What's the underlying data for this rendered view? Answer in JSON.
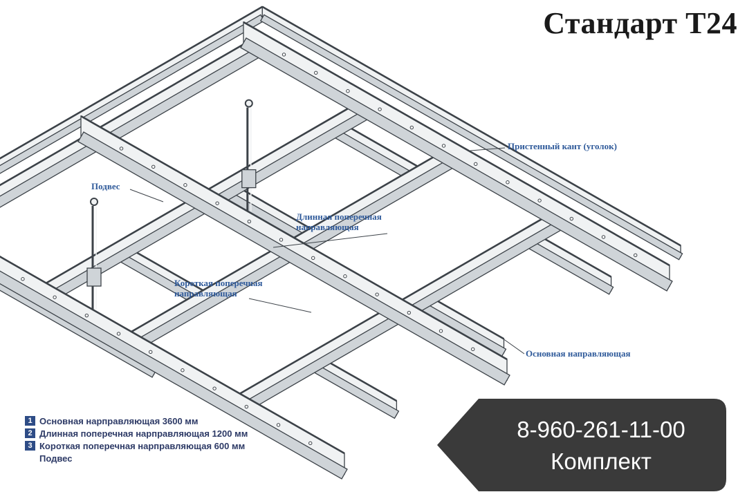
{
  "title": "Стандарт Т24",
  "callouts": {
    "wall_angle": "Пристенный кант (уголок)",
    "hanger": "Подвес",
    "long_cross_line1": "Длинная поперечная",
    "long_cross_line2": "направляющая",
    "short_cross_line1": "Короткая поперечная",
    "short_cross_line2": "направляющая",
    "main_runner": "Основная направляющая"
  },
  "legend": [
    {
      "num": "1",
      "text": "Основная нарправляющая 3600 мм"
    },
    {
      "num": "2",
      "text": "Длинная поперечная нарправляющая 1200 мм"
    },
    {
      "num": "3",
      "text": "Короткая поперечная нарправляющая 600 мм"
    },
    {
      "num": "",
      "text": "Подвес"
    }
  ],
  "badge": {
    "phone": "8-960-261-11-00",
    "label": "Комплект",
    "color": "#3a3a3a"
  },
  "colors": {
    "metal_light": "#f0f2f3",
    "metal_mid": "#cfd4d8",
    "outline": "#3c4248",
    "callout": "#2f5a9a"
  }
}
